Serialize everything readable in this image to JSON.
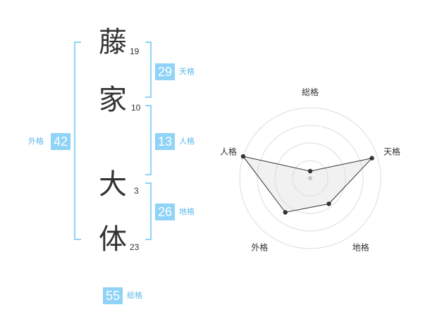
{
  "name": [
    {
      "char": "藤",
      "strokes": "19"
    },
    {
      "char": "家",
      "strokes": "10"
    },
    {
      "char": "大",
      "strokes": "3"
    },
    {
      "char": "体",
      "strokes": "23"
    }
  ],
  "ten": {
    "value": "29",
    "label": "天格"
  },
  "jin": {
    "value": "13",
    "label": "人格"
  },
  "chi": {
    "value": "26",
    "label": "地格"
  },
  "gai": {
    "value": "42",
    "label": "外格"
  },
  "sou": {
    "value": "55",
    "label": "総格"
  },
  "colors": {
    "accent": "#8fd3f7",
    "bracket": "#8fd3f7",
    "label": "#5bb8ec"
  },
  "chart_data": {
    "type": "radar",
    "axes": [
      "総格",
      "天格",
      "地格",
      "外格",
      "人格"
    ],
    "values": [
      0.1,
      0.92,
      0.45,
      0.6,
      1.0
    ],
    "rings": 4
  }
}
